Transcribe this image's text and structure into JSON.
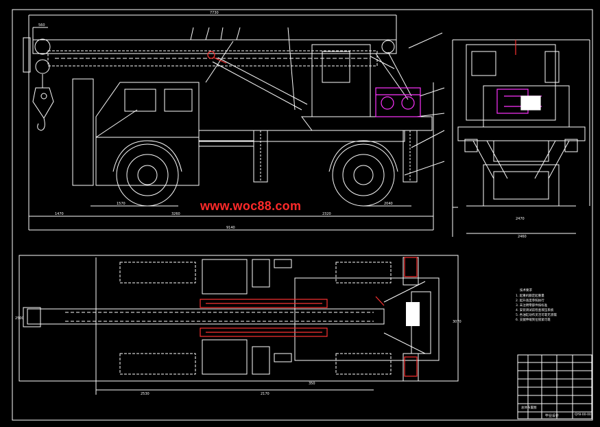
{
  "watermark": "www.woc88.com",
  "colors": {
    "background": "#000000",
    "line": "#ffffff",
    "hydraulic": "#ff3333",
    "highlight": "#ff33ff"
  },
  "dims": {
    "overall_top": "7730",
    "boom_head": "560",
    "overall_length": "9140",
    "front_overhang": "1470",
    "wheelbase_part": "3260",
    "rear_overhang": "2320",
    "front_axle": "1570",
    "rear_dim": "2040",
    "side_width": "2470",
    "side_height": "2460",
    "plan_left": "2530",
    "plan_right": "2170",
    "plan_mid": "350",
    "plan_width": "2500",
    "plan_side": "3070"
  },
  "notes": {
    "title": "技术要求",
    "lines": [
      "1. 起重机额定起重量",
      "2. 起升高度参照执行",
      "3. 未注明零部件按标准",
      "4. 安装调试前检查液压系统",
      "5. 各油缸动作灵活可靠无渗漏",
      "6. 支腿伸缩到位锁紧可靠"
    ]
  },
  "title_block": {
    "drawing_name": "总体布置图",
    "school": "毕业设计",
    "code": "QY8-00-00"
  }
}
